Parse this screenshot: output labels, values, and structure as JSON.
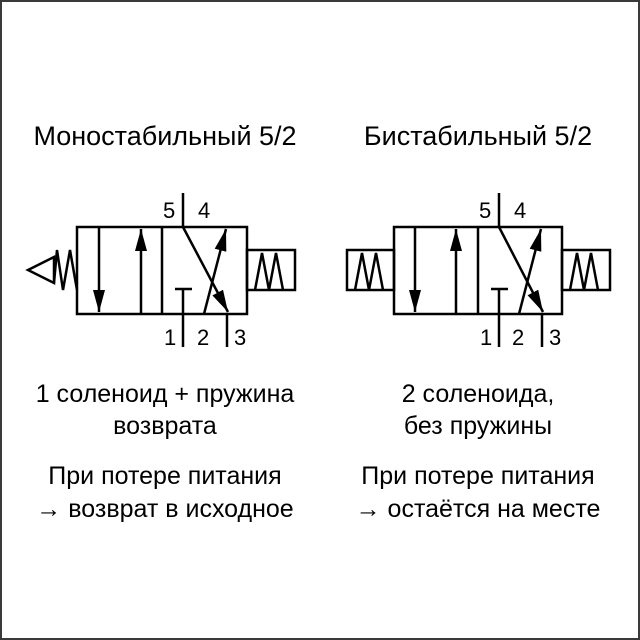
{
  "left": {
    "title": "Моностабильный 5/2",
    "ports_top": [
      "5",
      "4"
    ],
    "ports_bottom": [
      "1",
      "2",
      "3"
    ],
    "actuator_left": "spring-return",
    "actuator_right": "solenoid",
    "desc_line1": "1 соленоид + пружина",
    "desc_line2": "возврата",
    "note_line1": "При потере питания",
    "note_line2": "→ возврат в исходное"
  },
  "right": {
    "title": "Бистабильный 5/2",
    "ports_top": [
      "5",
      "4"
    ],
    "ports_bottom": [
      "1",
      "2",
      "3"
    ],
    "actuator_left": "solenoid",
    "actuator_right": "solenoid",
    "desc_line1": "2 соленоида,",
    "desc_line2": "без пружины",
    "note_line1": "При потере питания",
    "note_line2": "→ остаётся на месте"
  },
  "colors": {
    "stroke": "#000000",
    "background": "#ffffff",
    "border": "#3a3a3a"
  }
}
